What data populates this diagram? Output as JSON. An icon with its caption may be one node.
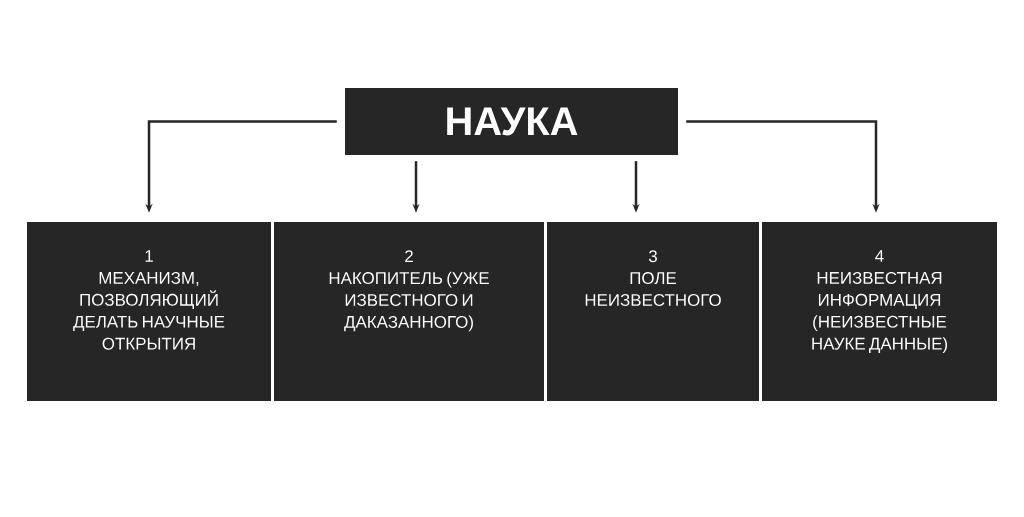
{
  "diagram": {
    "nodes": [
      {
        "text": [
          "НАУКА"
        ]
      },
      {
        "text": [
          "1",
          "МЕХАНИЗМ, ПОЗВОЛЯЮЩИЙ ДЕЛАТЬ НАУЧНЫЕ ОТКРЫТИЯ"
        ]
      },
      {
        "text": [
          "2",
          "НАКОПИТЕЛЬ (УЖЕ ИЗВЕСТНОГО И ДАКАЗАННОГО)"
        ]
      },
      {
        "text": [
          "3",
          "ПОЛЕ НЕИЗВЕСТНОГО"
        ]
      },
      {
        "text": [
          "4",
          "НЕИЗВЕСТНАЯ ИНФОРМАЦИЯ (НЕИЗВЕСТНЫЕ НАУКЕ ДАННЫЕ)"
        ]
      }
    ],
    "edges": [
      {
        "from": 0,
        "to": 1,
        "arrow": "to"
      },
      {
        "from": 0,
        "to": 2,
        "arrow": "to"
      },
      {
        "from": 0,
        "to": 3,
        "arrow": "to"
      },
      {
        "from": 0,
        "to": 4,
        "arrow": "to"
      }
    ]
  }
}
